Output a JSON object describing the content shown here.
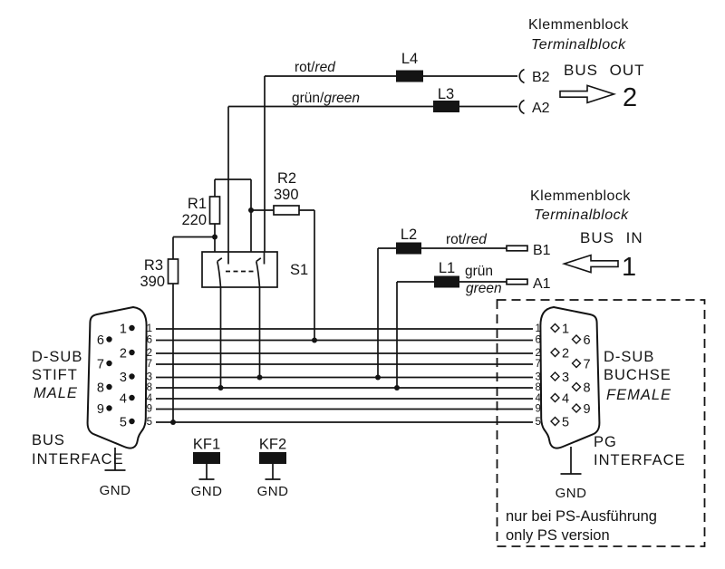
{
  "diagram": {
    "colors": {
      "ink": "#141414",
      "background": "#ffffff"
    },
    "bus_out": {
      "block_title_de": "Klemmenblock",
      "block_title_en": "Terminalblock",
      "direction": "BUS OUT",
      "cable_number": "2",
      "wire_red_de": "rot/",
      "wire_red_en": "red",
      "wire_green_de": "grün/",
      "wire_green_en": "green",
      "inductor_top": "L4",
      "inductor_bottom": "L3",
      "terminal_top": "B2",
      "terminal_bottom": "A2"
    },
    "bus_in": {
      "block_title_de": "Klemmenblock",
      "block_title_en": "Terminalblock",
      "direction": "BUS IN",
      "cable_number": "1",
      "wire_red_de": "rot/",
      "wire_red_en": "red",
      "wire_green_de": "grün",
      "wire_green_en": "green",
      "inductor_top": "L2",
      "inductor_bottom": "L1",
      "terminal_top": "B1",
      "terminal_bottom": "A1"
    },
    "termination": {
      "r1_name": "R1",
      "r1_value": "220",
      "r2_name": "R2",
      "r2_value": "390",
      "r3_name": "R3",
      "r3_value": "390",
      "switch_name": "S1"
    },
    "filters": {
      "kf1_name": "KF1",
      "kf1_gnd": "GND",
      "kf2_name": "KF2",
      "kf2_gnd": "GND"
    },
    "left_connector": {
      "type_line1": "D-SUB",
      "type_line2": "STIFT",
      "type_line3": "MALE",
      "role_line1": "BUS",
      "role_line2": "INTERFACE",
      "gnd": "GND",
      "pins_col_right": [
        "1",
        "2",
        "3",
        "4",
        "5"
      ],
      "pins_col_left": [
        "6",
        "7",
        "8",
        "9"
      ]
    },
    "right_connector": {
      "type_line1": "D-SUB",
      "type_line2": "BUCHSE",
      "type_line3": "FEMALE",
      "role_line1": "PG",
      "role_line2": "INTERFACE",
      "gnd": "GND",
      "pins_col_left": [
        "1",
        "2",
        "3",
        "4",
        "5"
      ],
      "pins_col_right": [
        "6",
        "7",
        "8",
        "9"
      ],
      "note_line1": "nur bei PS-Ausführung",
      "note_line2": "only PS version"
    },
    "bus_wire_numbers": [
      "1",
      "6",
      "2",
      "7",
      "3",
      "8",
      "4",
      "9",
      "5"
    ]
  }
}
